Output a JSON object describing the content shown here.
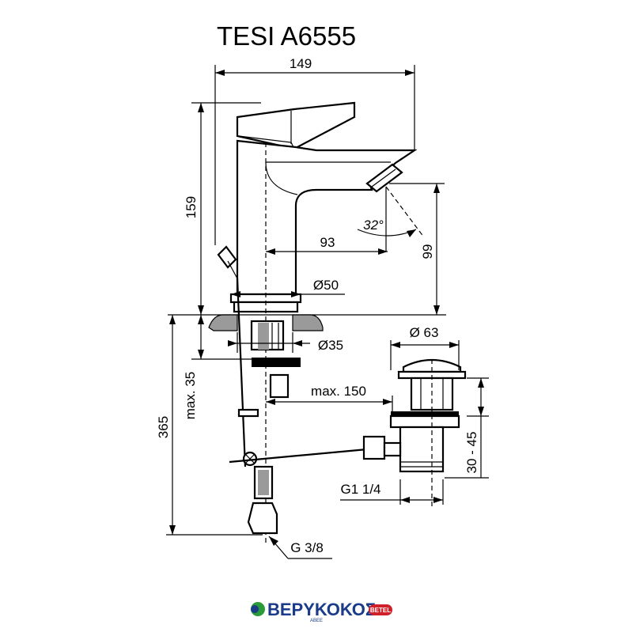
{
  "title": "TESI A6555",
  "dimensions": {
    "width_total": "149",
    "height_total": "159",
    "spout_reach": "93",
    "spout_height": "99",
    "spray_angle": "32°",
    "base_diameter": "Ø50",
    "hole_diameter": "Ø35",
    "waste_diameter": "Ø 63",
    "max_deck": "max. 35",
    "rod_length": "max. 150",
    "hose_length": "365",
    "waste_range": "30 - 45",
    "waste_thread": "G1 1/4",
    "hose_thread": "G 3/8"
  },
  "logo": {
    "brand": "ΒΕΡΥΚΟΚΟΣ",
    "sub": "ΑΒΕΕ",
    "badge": "BETEL"
  },
  "colors": {
    "brand_blue": "#1a3a8a",
    "brand_green": "#2a9a3a",
    "badge_red": "#d0202a"
  }
}
